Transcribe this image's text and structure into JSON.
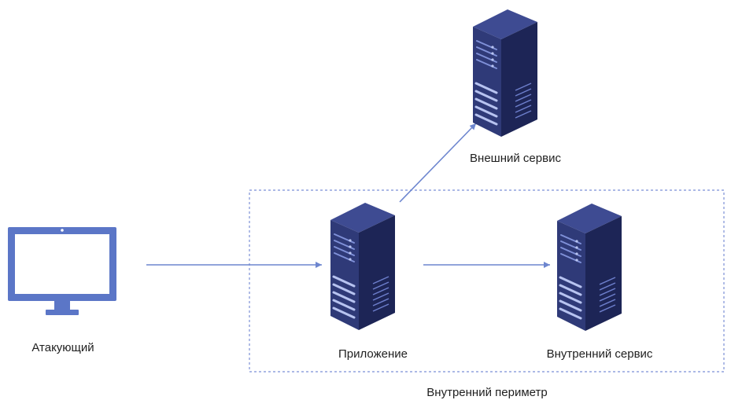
{
  "colors": {
    "arrow": "#6d86cf",
    "perimeter": "#7b8fd6",
    "monitor": "#5b76c7",
    "server_front": "#2f3a78",
    "server_side": "#1d2556",
    "server_top": "#3e4b92",
    "server_highlight": "#b7c3f0"
  },
  "nodes": {
    "attacker": {
      "label": "Атакующий",
      "icon": "monitor-icon"
    },
    "application": {
      "label": "Приложение",
      "icon": "server-icon"
    },
    "internal_service": {
      "label": "Внутренний сервис",
      "icon": "server-icon"
    },
    "external_service": {
      "label": "Внешний сервис",
      "icon": "server-icon"
    }
  },
  "perimeter": {
    "label": "Внутренний периметр"
  },
  "edges": [
    {
      "from": "attacker",
      "to": "application"
    },
    {
      "from": "application",
      "to": "internal_service"
    },
    {
      "from": "application",
      "to": "external_service"
    }
  ]
}
